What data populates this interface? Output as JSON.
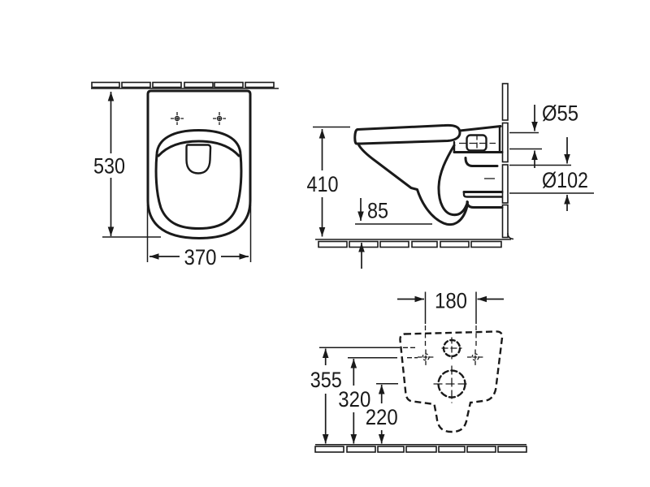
{
  "drawing_type": "wall-hung toilet installation dimensions, three orthographic views",
  "views": {
    "top_view": {
      "depth": "530",
      "width": "370"
    },
    "side_view": {
      "height": "410",
      "outlet_offset": "85",
      "inlet_pipe": "Ø55",
      "outlet_pipe": "Ø102"
    },
    "rear_view": {
      "fixing_hole_spacing": "180",
      "inlet_height": "355",
      "fixing_hole_height": "320",
      "outlet_height": "220"
    }
  },
  "colors": {
    "line": "#1a1a1a",
    "background": "#ffffff"
  }
}
